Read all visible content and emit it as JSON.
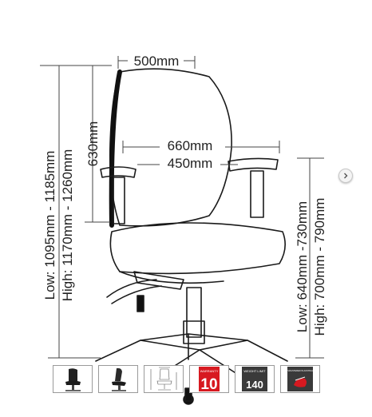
{
  "dimensions": {
    "width_top": "500mm",
    "height_back": "630mm",
    "width_arms_outer": "660mm",
    "width_arms_inner": "450mm",
    "overall_height_low": "Low: 1095mm - 1185mm",
    "overall_height_high": "High: 1170mm - 1260mm",
    "seat_height_low": "Low: 640mm -730mm",
    "seat_height_high": "High: 700mm - 790mm"
  },
  "gallery": {
    "next_icon": "chevron-right-icon",
    "thumbnails": [
      {
        "name": "chair-front-photo-thumb"
      },
      {
        "name": "chair-side-photo-thumb"
      },
      {
        "name": "dimension-drawing-thumb"
      },
      {
        "name": "warranty-badge-thumb",
        "caption": "WARRANTY",
        "value": "10",
        "color": "#d71920"
      },
      {
        "name": "weight-limit-badge-thumb",
        "caption": "WEIGHT LIMIT",
        "value": "140",
        "color": "#3a3a3a"
      },
      {
        "name": "upholstered-badge-thumb",
        "caption": "UPHOLSTERED IN AUSTRALIA",
        "color": "#3a3a3a"
      }
    ]
  }
}
